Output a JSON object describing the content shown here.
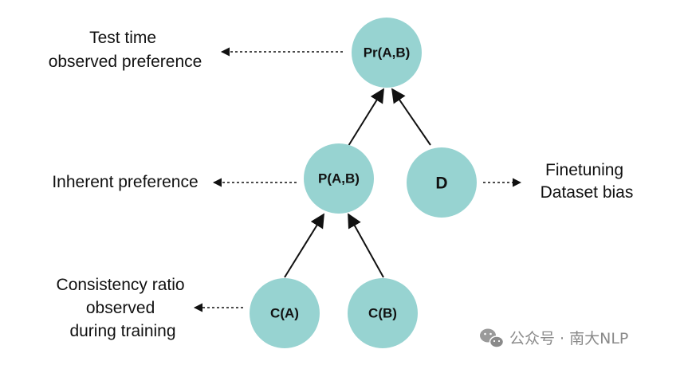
{
  "nodes": {
    "pr": "Pr(A,B)",
    "p": "P(A,B)",
    "d": "D",
    "ca": "C(A)",
    "cb": "C(B)"
  },
  "annotations": {
    "test_time": [
      "Test time",
      "observed preference"
    ],
    "inherent": [
      "Inherent preference"
    ],
    "finetuning": [
      "Finetuning",
      "Dataset bias"
    ],
    "consistency": [
      "Consistency ratio",
      "observed",
      "during training"
    ]
  },
  "watermark": {
    "text": "公众号 · 南大NLP",
    "icon": "wechat-icon",
    "color": "#8a8a8a"
  },
  "colors": {
    "node_fill": "#97d3d1",
    "ink": "#111111"
  }
}
